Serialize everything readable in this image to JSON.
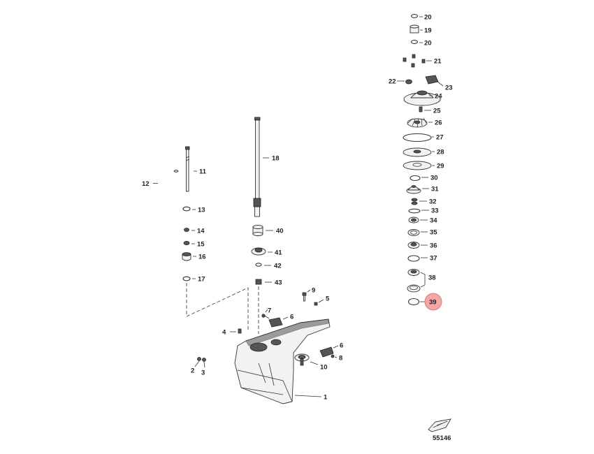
{
  "diagram_id": "55146",
  "highlight_color": "#f4a6a6",
  "callouts": {
    "c1": "1",
    "c2": "2",
    "c3": "3",
    "c4": "4",
    "c5": "5",
    "c6a": "6",
    "c6b": "6",
    "c7": "7",
    "c8": "8",
    "c9": "9",
    "c10": "10",
    "c11": "11",
    "c12": "12",
    "c13": "13",
    "c14": "14",
    "c15": "15",
    "c16": "16",
    "c17": "17",
    "c18": "18",
    "c19": "19",
    "c20a": "20",
    "c20b": "20",
    "c21": "21",
    "c22": "22",
    "c23": "23",
    "c24": "24",
    "c25": "25",
    "c26": "26",
    "c27": "27",
    "c28": "28",
    "c29": "29",
    "c30": "30",
    "c31": "31",
    "c32": "32",
    "c33": "33",
    "c34": "34",
    "c35": "35",
    "c36": "36",
    "c37": "37",
    "c38": "38",
    "c39": "39",
    "c40": "40",
    "c41": "41",
    "c42": "42",
    "c43": "43"
  },
  "highlighted_callout": "39"
}
